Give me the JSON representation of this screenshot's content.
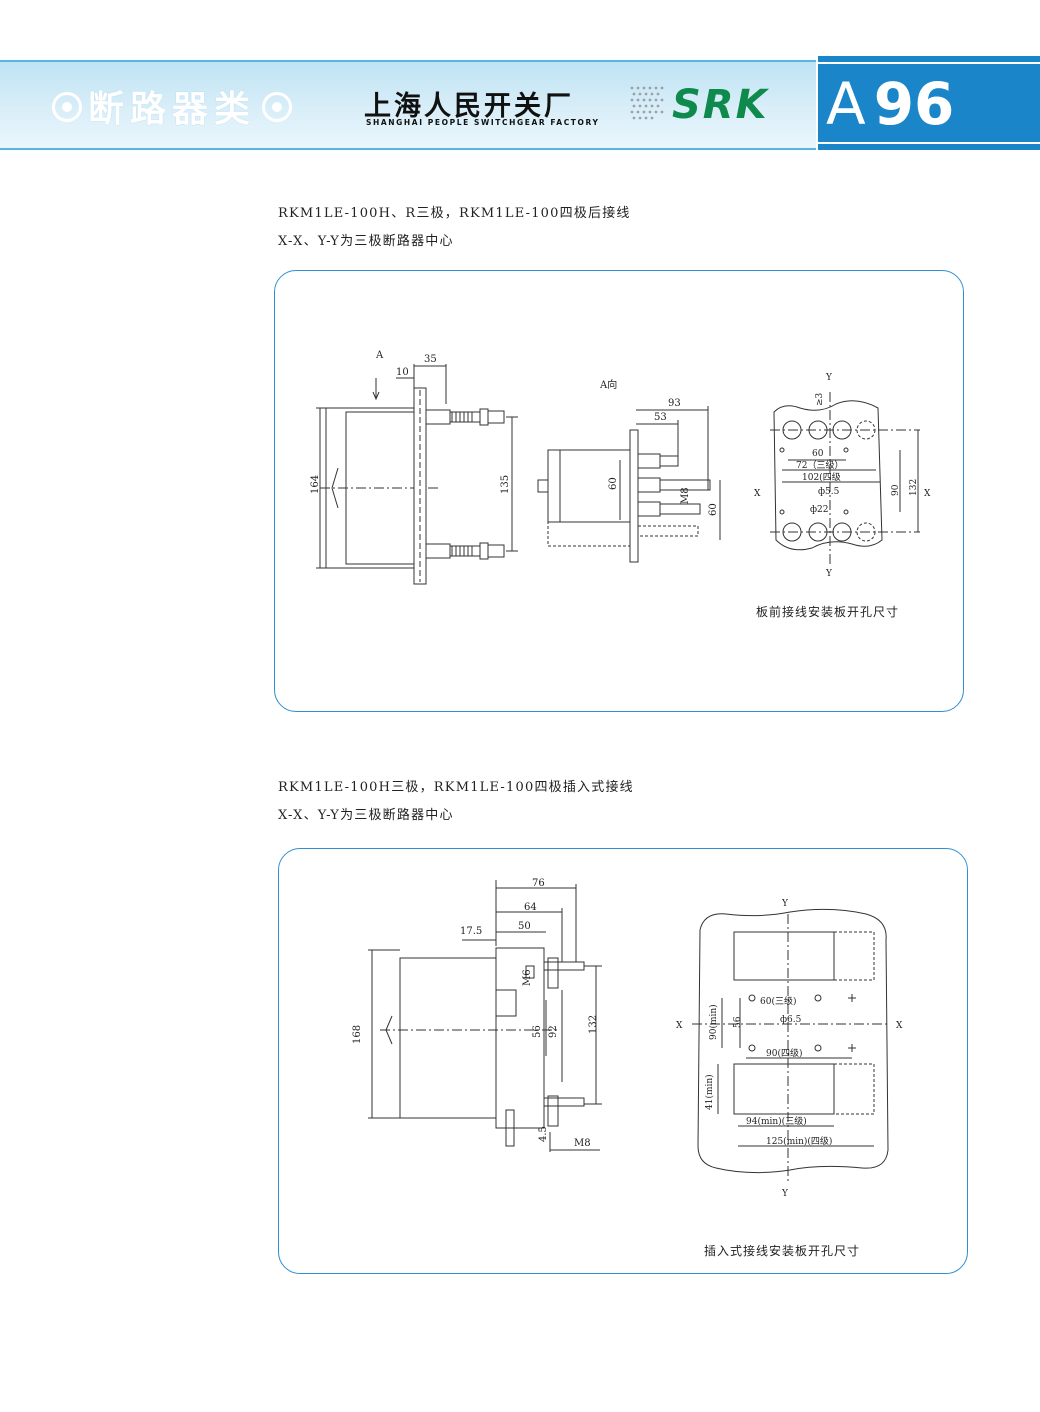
{
  "header": {
    "category": "断路器类",
    "company_cn": "上海人民开关厂",
    "company_en": "SHANGHAI PEOPLE SWITCHGEAR FACTORY",
    "logo": "SRK",
    "section": "A",
    "page_number": "96"
  },
  "section1": {
    "caption1": "RKM1LE-100H、R三极，RKM1LE-100四极后接线",
    "caption2": "X-X、Y-Y为三极断路器中心",
    "side": {
      "label_a": "A",
      "dim_35": "35",
      "dim_10": "10",
      "dim_164": "164",
      "dim_135": "135"
    },
    "view_a": {
      "title": "A向",
      "dim_93": "93",
      "dim_53": "53",
      "dim_60": "60",
      "dim_m8": "M8",
      "dim_60b": "60"
    },
    "panel": {
      "y_top": "Y",
      "y_bottom": "Y",
      "x_left": "X",
      "x_right": "X",
      "dim_3": "≥3",
      "dim_60": "60",
      "dim_72": "72（三级）",
      "dim_102": "102(四级",
      "dim_phi55": "ф5.5",
      "dim_phi22": "ф22",
      "dim_90": "90",
      "dim_132": "132",
      "caption": "板前接线安装板开孔尺寸"
    }
  },
  "section2": {
    "caption1": "RKM1LE-100H三极，RKM1LE-100四极插入式接线",
    "caption2": "X-X、Y-Y为三极断路器中心",
    "side": {
      "dim_76": "76",
      "dim_64": "64",
      "dim_50": "50",
      "dim_175": "17.5",
      "dim_168": "168",
      "dim_m6": "M6",
      "dim_56": "56",
      "dim_92": "92",
      "dim_132": "132",
      "dim_45": "4.5",
      "dim_m8": "M8"
    },
    "panel": {
      "y_top": "Y",
      "y_bottom": "Y",
      "x_left": "X",
      "x_right": "X",
      "dim_60": "60(三级)",
      "dim_phi65": "ф6.5",
      "dim_56": "56",
      "dim_90min": "90(min)",
      "dim_90": "90(四级)",
      "dim_41": "41(min)",
      "dim_94": "94(min)(三级)",
      "dim_125": "125(min)(四级)",
      "caption": "插入式接线安装板开孔尺寸"
    }
  }
}
